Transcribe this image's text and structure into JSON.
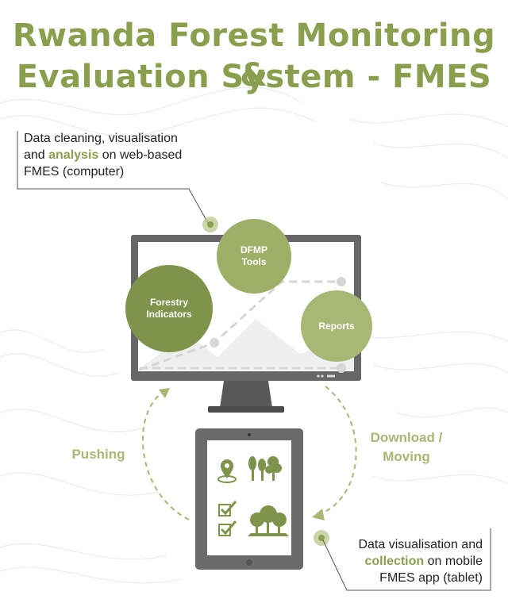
{
  "title": {
    "line1": "Rwanda Forest Monitoring &",
    "line2": "Evaluation System - FMES"
  },
  "callout_top": {
    "line1": "Data cleaning, visualisation",
    "line2_prefix": "and ",
    "line2_highlight": "analysis",
    "line2_suffix": " on web-based",
    "line3": "FMES (computer)"
  },
  "callout_bottom": {
    "line1": "Data visualisation and",
    "line2_highlight": "collection",
    "line2_suffix": " on mobile",
    "line3": "FMES app (tablet)"
  },
  "bubbles": {
    "dfmp": {
      "line1": "DFMP",
      "line2": "Tools"
    },
    "forestry": {
      "line1": "Forestry",
      "line2": "Indicators"
    },
    "reports": {
      "line1": "Reports"
    }
  },
  "flows": {
    "pushing": "Pushing",
    "download_line1": "Download /",
    "download_line2": "Moving"
  },
  "colors": {
    "accent": "#8a9f4e",
    "light_green": "#a7b774",
    "bubble_dark": "#7e944a",
    "bubble_light": "#9eb068",
    "device_frame": "#666666"
  },
  "icons": [
    "location-pin-icon",
    "trees-icon",
    "checkbox-icon",
    "forest-icon"
  ]
}
